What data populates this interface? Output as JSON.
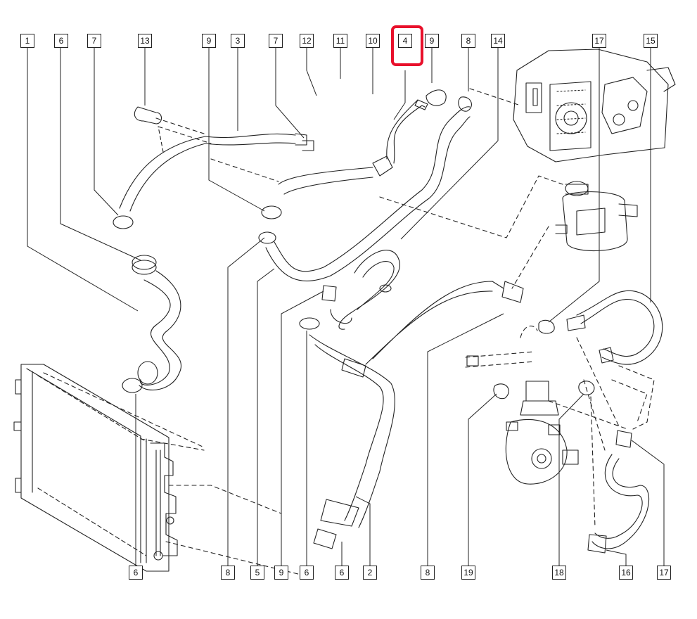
{
  "highlight_color": "#e8102b",
  "callouts": {
    "top": [
      "1",
      "6",
      "7",
      "13",
      "9",
      "3",
      "7",
      "12",
      "11",
      "10",
      "4",
      "9",
      "8",
      "14",
      "17",
      "15"
    ],
    "bottom": [
      "6",
      "8",
      "5",
      "9",
      "6",
      "6",
      "2",
      "8",
      "19",
      "18",
      "16",
      "17"
    ]
  },
  "highlighted_part": "4"
}
